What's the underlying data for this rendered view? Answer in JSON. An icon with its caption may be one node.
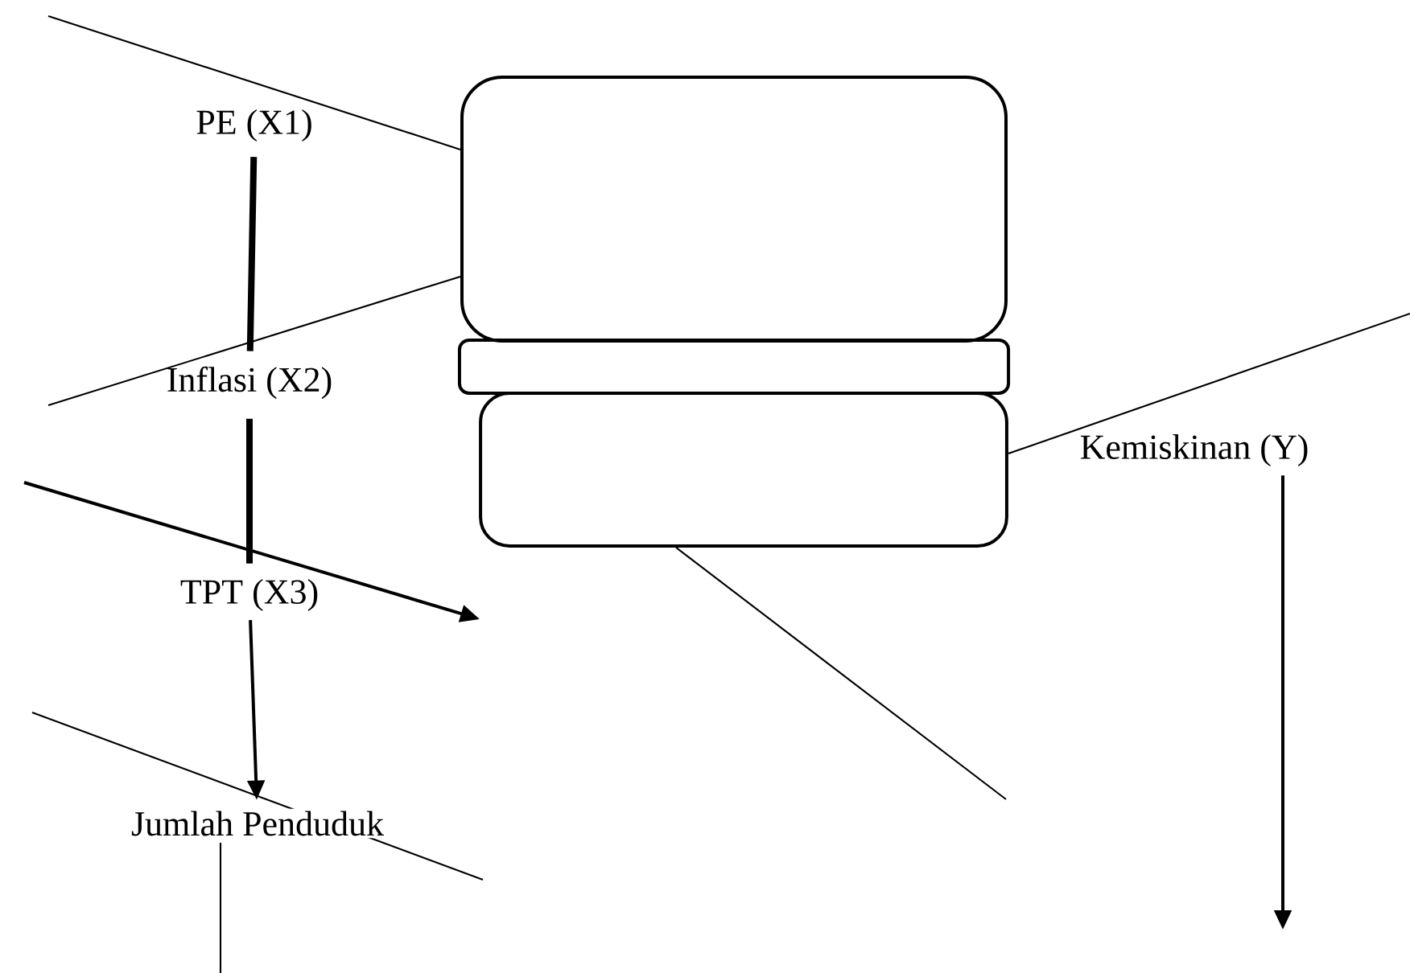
{
  "diagram": {
    "nodes": [
      {
        "text": [
          "PE  (X1)"
        ]
      },
      {
        "text": [
          "Inflasi (X2)"
        ]
      },
      {
        "text": [
          "TPT (X3)"
        ]
      },
      {
        "text": [
          "Jumlah Penduduk"
        ]
      },
      {
        "text": [
          "Kemiskinan (Y)"
        ]
      },
      {
        "text": [],
        "shape": "box"
      },
      {
        "text": [],
        "shape": "bar"
      },
      {
        "text": [],
        "shape": "box"
      }
    ],
    "edges": [
      {
        "from": null,
        "to": 5,
        "arrow": "none"
      },
      {
        "from": null,
        "to": 5,
        "arrow": "none"
      },
      {
        "from": 0,
        "to": 1,
        "arrow": "none",
        "style": "thick"
      },
      {
        "from": 1,
        "to": 2,
        "arrow": "none",
        "style": "thick"
      },
      {
        "from": 2,
        "to": 3,
        "arrow": "to"
      },
      {
        "from": 3,
        "to": null,
        "arrow": "none"
      },
      {
        "from": 7,
        "to": null,
        "arrow": "none"
      },
      {
        "from": 7,
        "to": null,
        "arrow": "none"
      },
      {
        "from": 4,
        "to": null,
        "arrow": "to"
      }
    ]
  }
}
